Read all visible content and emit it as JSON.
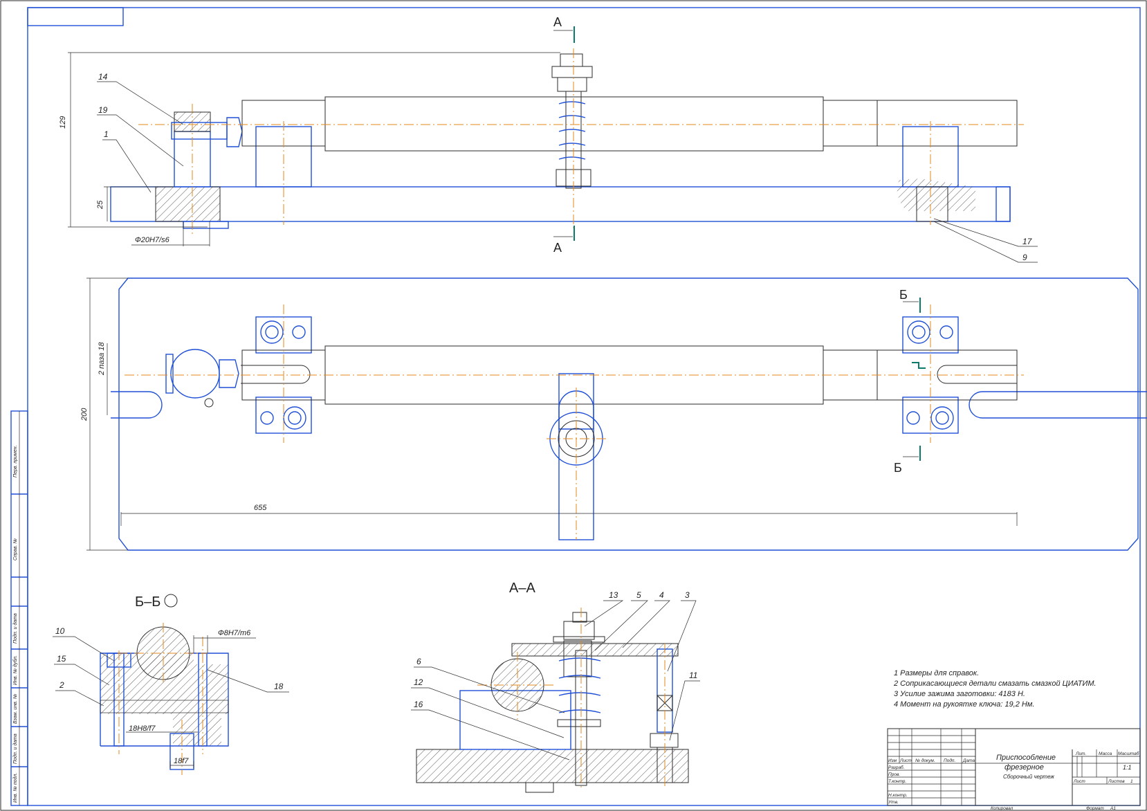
{
  "drawing": {
    "views": {
      "section_aa_marker": "А",
      "section_bb_marker": "Б",
      "section_aa_title": "А–А",
      "section_bb_title": "Б–Б"
    },
    "dimensions": {
      "height_129": "129",
      "height_25": "25",
      "fit_20": "Ф20H7/s6",
      "slot_2": "2 паза 18",
      "width_200": "200",
      "length_655": "655",
      "fit_8": "Ф8H7/m6",
      "fit_18h8": "18H8/f7",
      "fit_18f7": "18f7"
    },
    "callouts": {
      "p14": "14",
      "p19": "19",
      "p1": "1",
      "p17": "17",
      "p9": "9",
      "p10": "10",
      "p15": "15",
      "p2": "2",
      "p18": "18",
      "p13": "13",
      "p5": "5",
      "p4": "4",
      "p3": "3",
      "p6": "6",
      "p12": "12",
      "p16": "16",
      "p11": "11"
    },
    "notes": [
      "1  Размеры для справок.",
      "2  Соприкасающиеся детали смазать смазкой ЦИАТИМ.",
      "3  Усилие зажима заготовки: 4183 Н.",
      "4  Момент на рукоятке ключа: 19,2 Нм."
    ],
    "side_strip": [
      "Перв. примен.",
      "Справ. №",
      "Подп. и дата",
      "Инв. № дубл.",
      "Взам. инв. №",
      "Подп. и дата",
      "Инв. № подл."
    ]
  },
  "title_block": {
    "name_line1": "Приспособление",
    "name_line2": "фрезерное",
    "doc_type": "Сборочный чертеж",
    "cols": [
      "Изм",
      "Лист",
      "№ докум.",
      "Подп.",
      "Дата"
    ],
    "rows": [
      "Разраб.",
      "Пров.",
      "Т.контр.",
      "Н.контр.",
      "Утв."
    ],
    "lit": "Лит.",
    "mass": "Масса",
    "scale_label": "Масштаб",
    "scale": "1:1",
    "sheet": "Лист",
    "sheets": "Листов",
    "sheets_count": "1",
    "copied": "Копировал",
    "format_label": "Формат",
    "format": "А1"
  },
  "colors": {
    "contour": "#1f4fd6",
    "axis": "#e38a1f",
    "section": "#0a7a6a"
  }
}
